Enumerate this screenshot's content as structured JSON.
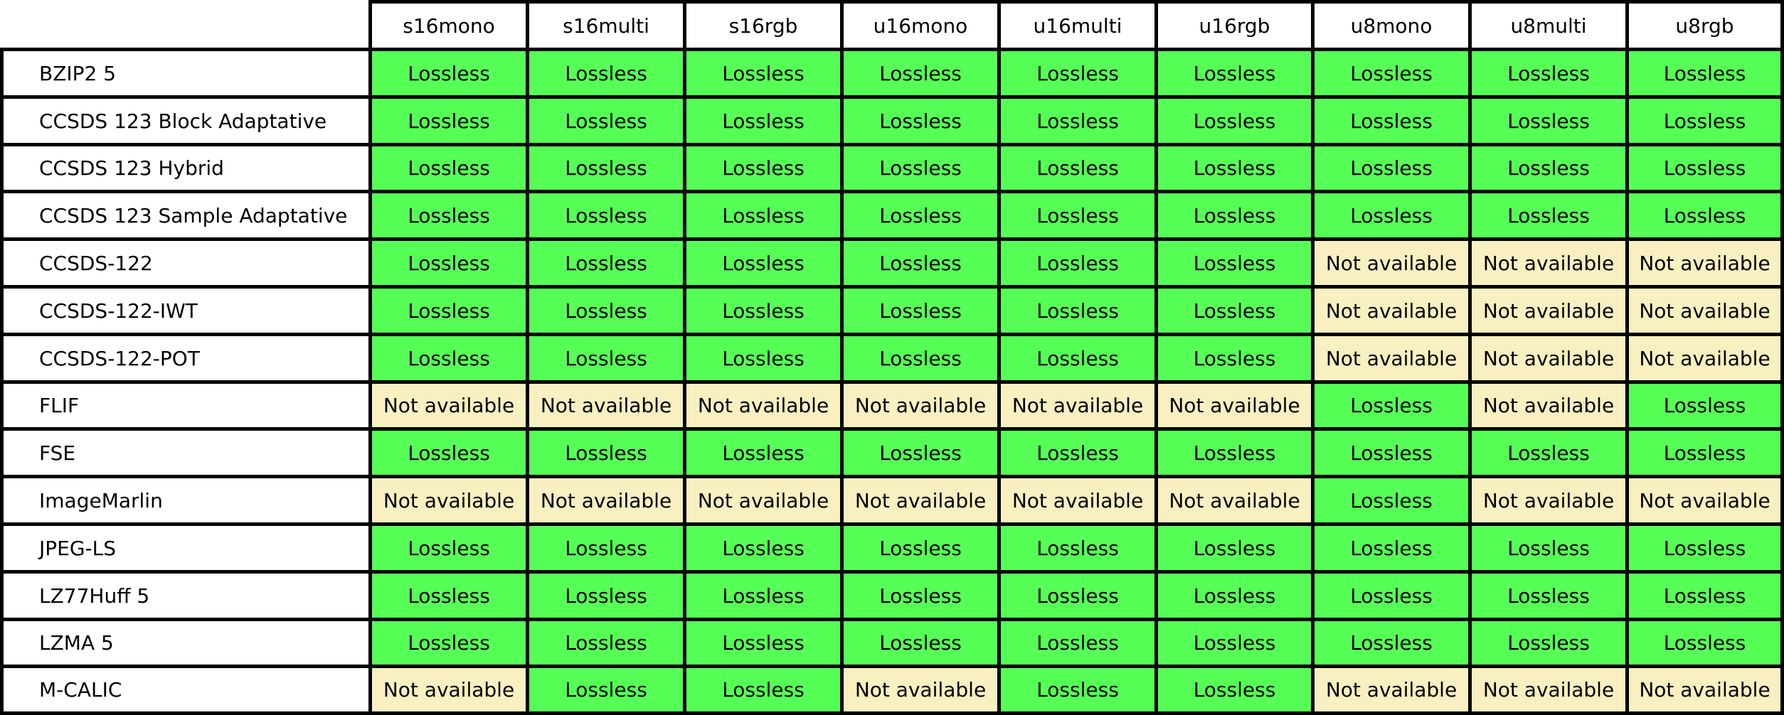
{
  "chart_data": {
    "type": "table",
    "columns": [
      "s16mono",
      "s16multi",
      "s16rgb",
      "u16mono",
      "u16multi",
      "u16rgb",
      "u8mono",
      "u8multi",
      "u8rgb"
    ],
    "rows": [
      {
        "label": "BZIP2 5",
        "values": [
          "Lossless",
          "Lossless",
          "Lossless",
          "Lossless",
          "Lossless",
          "Lossless",
          "Lossless",
          "Lossless",
          "Lossless"
        ]
      },
      {
        "label": "CCSDS 123 Block Adaptative",
        "values": [
          "Lossless",
          "Lossless",
          "Lossless",
          "Lossless",
          "Lossless",
          "Lossless",
          "Lossless",
          "Lossless",
          "Lossless"
        ]
      },
      {
        "label": "CCSDS 123 Hybrid",
        "values": [
          "Lossless",
          "Lossless",
          "Lossless",
          "Lossless",
          "Lossless",
          "Lossless",
          "Lossless",
          "Lossless",
          "Lossless"
        ]
      },
      {
        "label": "CCSDS 123 Sample Adaptative",
        "values": [
          "Lossless",
          "Lossless",
          "Lossless",
          "Lossless",
          "Lossless",
          "Lossless",
          "Lossless",
          "Lossless",
          "Lossless"
        ]
      },
      {
        "label": "CCSDS-122",
        "values": [
          "Lossless",
          "Lossless",
          "Lossless",
          "Lossless",
          "Lossless",
          "Lossless",
          "Not available",
          "Not available",
          "Not available"
        ]
      },
      {
        "label": "CCSDS-122-IWT",
        "values": [
          "Lossless",
          "Lossless",
          "Lossless",
          "Lossless",
          "Lossless",
          "Lossless",
          "Not available",
          "Not available",
          "Not available"
        ]
      },
      {
        "label": "CCSDS-122-POT",
        "values": [
          "Lossless",
          "Lossless",
          "Lossless",
          "Lossless",
          "Lossless",
          "Lossless",
          "Not available",
          "Not available",
          "Not available"
        ]
      },
      {
        "label": "FLIF",
        "values": [
          "Not available",
          "Not available",
          "Not available",
          "Not available",
          "Not available",
          "Not available",
          "Lossless",
          "Not available",
          "Lossless"
        ]
      },
      {
        "label": "FSE",
        "values": [
          "Lossless",
          "Lossless",
          "Lossless",
          "Lossless",
          "Lossless",
          "Lossless",
          "Lossless",
          "Lossless",
          "Lossless"
        ]
      },
      {
        "label": "ImageMarlin",
        "values": [
          "Not available",
          "Not available",
          "Not available",
          "Not available",
          "Not available",
          "Not available",
          "Lossless",
          "Not available",
          "Not available"
        ]
      },
      {
        "label": "JPEG-LS",
        "values": [
          "Lossless",
          "Lossless",
          "Lossless",
          "Lossless",
          "Lossless",
          "Lossless",
          "Lossless",
          "Lossless",
          "Lossless"
        ]
      },
      {
        "label": "LZ77Huff 5",
        "values": [
          "Lossless",
          "Lossless",
          "Lossless",
          "Lossless",
          "Lossless",
          "Lossless",
          "Lossless",
          "Lossless",
          "Lossless"
        ]
      },
      {
        "label": "LZMA 5",
        "values": [
          "Lossless",
          "Lossless",
          "Lossless",
          "Lossless",
          "Lossless",
          "Lossless",
          "Lossless",
          "Lossless",
          "Lossless"
        ]
      },
      {
        "label": "M-CALIC",
        "values": [
          "Not available",
          "Lossless",
          "Lossless",
          "Not available",
          "Lossless",
          "Lossless",
          "Not available",
          "Not available",
          "Not available"
        ]
      }
    ],
    "status_colors": {
      "Lossless": "#55ff55",
      "Not available": "#f8f0c0"
    }
  }
}
